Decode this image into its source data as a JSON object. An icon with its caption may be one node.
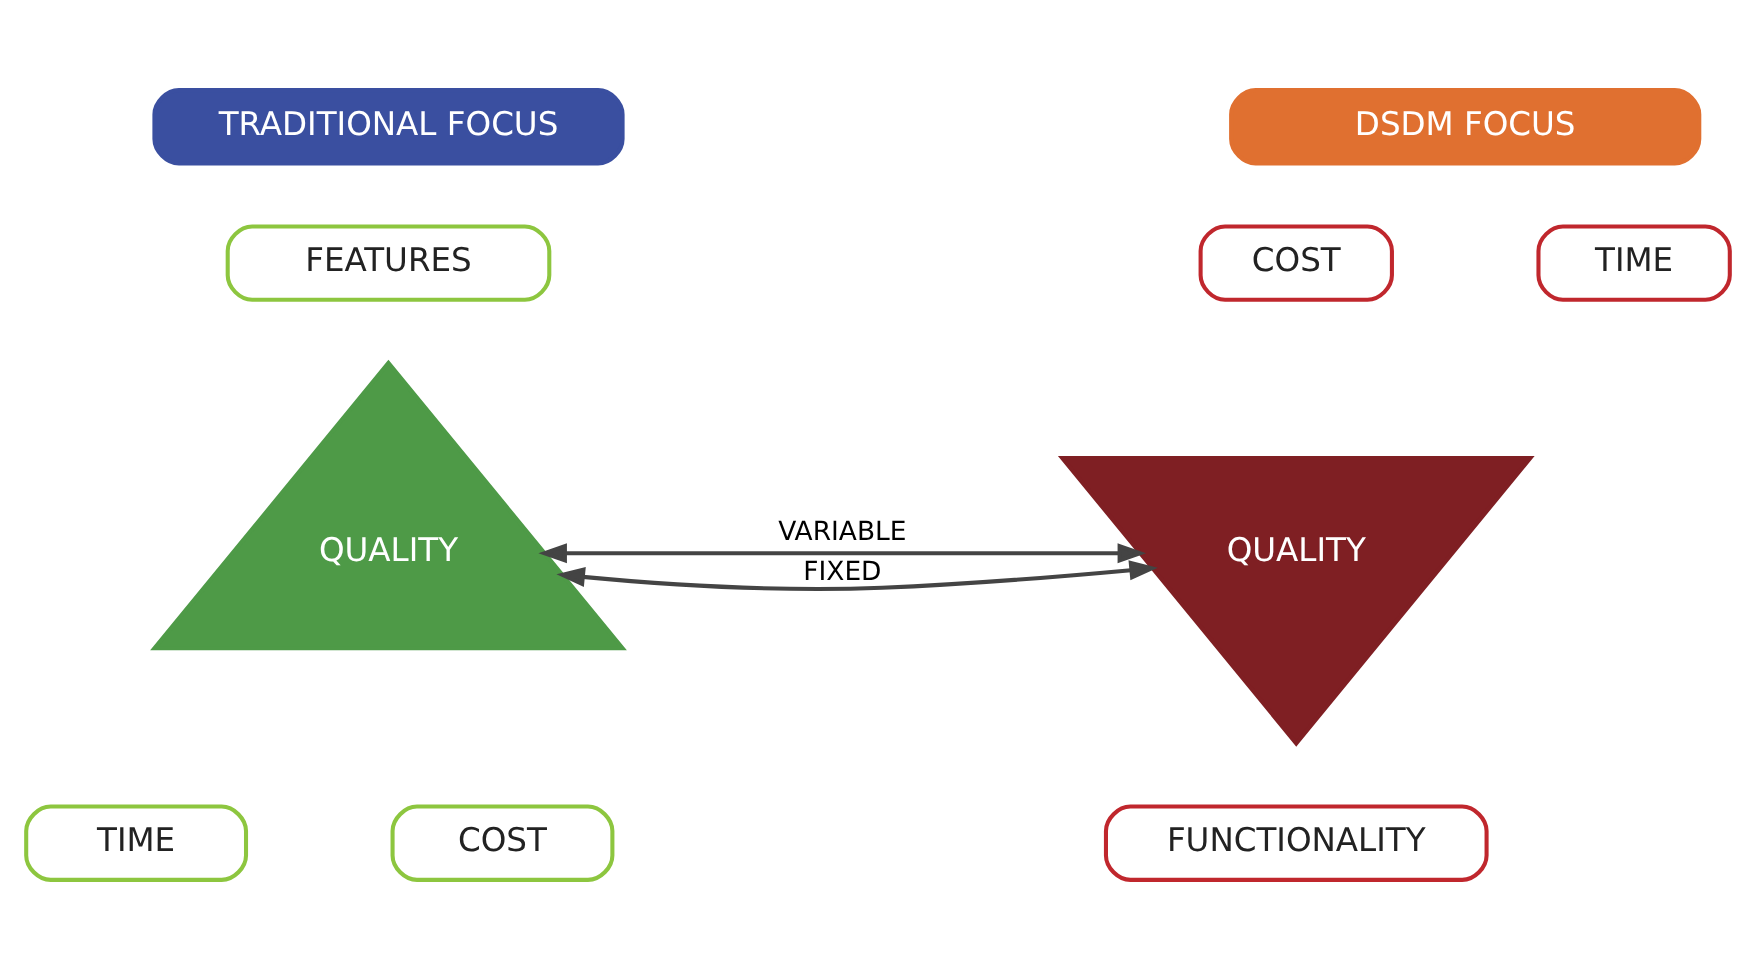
{
  "diagram": {
    "nodes": [
      {
        "text": [
          "TRADITIONAL FOCUS"
        ]
      },
      {
        "text": [
          "DSDM FOCUS"
        ]
      },
      {
        "text": [
          "FEATURES"
        ]
      },
      {
        "text": [
          "QUALITY"
        ]
      },
      {
        "text": [
          "TIME"
        ]
      },
      {
        "text": [
          "COST"
        ]
      },
      {
        "text": [
          "COST"
        ]
      },
      {
        "text": [
          "TIME"
        ]
      },
      {
        "text": [
          "QUALITY"
        ]
      },
      {
        "text": [
          "FUNCTIONALITY"
        ]
      }
    ],
    "edges": [
      {
        "from": 3,
        "to": 8,
        "arrow": "both",
        "label": "FIXED"
      },
      {
        "from": 3,
        "to": 8,
        "arrow": "both",
        "label": "VARIABLE"
      }
    ]
  }
}
